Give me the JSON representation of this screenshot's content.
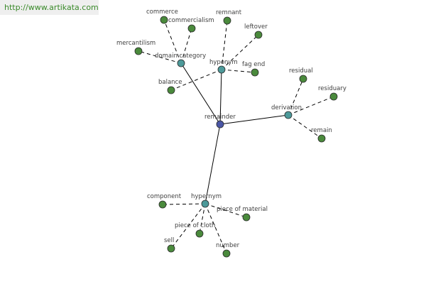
{
  "watermark": {
    "text": "http://www.artikata.com"
  },
  "colors": {
    "center": "#4a56a6",
    "relation": "#4d9a9a",
    "leaf": "#4a8a3c"
  },
  "nodes": [
    {
      "id": "remainder",
      "label": "remainder",
      "kind": "center"
    },
    {
      "id": "domain_category",
      "label": "domain category",
      "kind": "relation"
    },
    {
      "id": "hyponym",
      "label": "hyponym",
      "kind": "relation"
    },
    {
      "id": "derivation",
      "label": "derivation",
      "kind": "relation"
    },
    {
      "id": "hypernym",
      "label": "hypernym",
      "kind": "relation"
    },
    {
      "id": "commerce",
      "label": "commerce",
      "kind": "leaf"
    },
    {
      "id": "commercialism",
      "label": "commercialism",
      "kind": "leaf"
    },
    {
      "id": "mercantilism",
      "label": "mercantilism",
      "kind": "leaf"
    },
    {
      "id": "balance",
      "label": "balance",
      "kind": "leaf"
    },
    {
      "id": "remnant",
      "label": "remnant",
      "kind": "leaf"
    },
    {
      "id": "leftover",
      "label": "leftover",
      "kind": "leaf"
    },
    {
      "id": "fag_end",
      "label": "fag end",
      "kind": "leaf"
    },
    {
      "id": "residual",
      "label": "residual",
      "kind": "leaf"
    },
    {
      "id": "residuary",
      "label": "residuary",
      "kind": "leaf"
    },
    {
      "id": "remain",
      "label": "remain",
      "kind": "leaf"
    },
    {
      "id": "component",
      "label": "component",
      "kind": "leaf"
    },
    {
      "id": "piece_of_material",
      "label": "piece of material",
      "kind": "leaf"
    },
    {
      "id": "piece_of_cloth",
      "label": "piece of cloth",
      "kind": "leaf"
    },
    {
      "id": "sell",
      "label": "sell",
      "kind": "leaf"
    },
    {
      "id": "number",
      "label": "number",
      "kind": "leaf"
    }
  ],
  "edges": [
    {
      "from": "remainder",
      "to": "domain_category",
      "style": "solid"
    },
    {
      "from": "remainder",
      "to": "hyponym",
      "style": "solid"
    },
    {
      "from": "remainder",
      "to": "derivation",
      "style": "solid"
    },
    {
      "from": "remainder",
      "to": "hypernym",
      "style": "solid"
    },
    {
      "from": "domain_category",
      "to": "commerce",
      "style": "dashed"
    },
    {
      "from": "domain_category",
      "to": "commercialism",
      "style": "dashed"
    },
    {
      "from": "domain_category",
      "to": "mercantilism",
      "style": "dashed"
    },
    {
      "from": "hyponym",
      "to": "balance",
      "style": "dashed"
    },
    {
      "from": "hyponym",
      "to": "remnant",
      "style": "dashed"
    },
    {
      "from": "hyponym",
      "to": "leftover",
      "style": "dashed"
    },
    {
      "from": "hyponym",
      "to": "fag_end",
      "style": "dashed"
    },
    {
      "from": "derivation",
      "to": "residual",
      "style": "dashed"
    },
    {
      "from": "derivation",
      "to": "residuary",
      "style": "dashed"
    },
    {
      "from": "derivation",
      "to": "remain",
      "style": "dashed"
    },
    {
      "from": "hypernym",
      "to": "component",
      "style": "dashed"
    },
    {
      "from": "hypernym",
      "to": "piece_of_material",
      "style": "dashed"
    },
    {
      "from": "hypernym",
      "to": "piece_of_cloth",
      "style": "dashed"
    },
    {
      "from": "hypernym",
      "to": "sell",
      "style": "dashed"
    },
    {
      "from": "hypernym",
      "to": "number",
      "style": "dashed"
    }
  ]
}
